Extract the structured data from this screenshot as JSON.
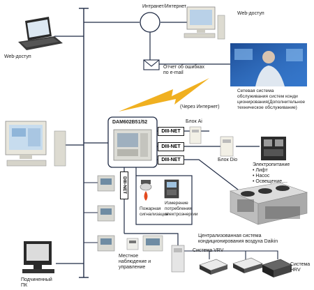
{
  "labels": {
    "internet": "Интранет/Интернет",
    "web_access_top": "Web-доступ",
    "web_access_left": "Web-доступ",
    "error_report": "Отчет об ошибках\nпо e-mail",
    "service_system": "Сетевая система\nобслуживания систем конди\nционирования(Дополнительное\nтехническое обслуживание)",
    "via_internet": "(Через Интернет)",
    "controller": "DAM602B51/52",
    "block_ai": "Блок Ai",
    "block_dio": "Блок Dio",
    "power": "Электропитание",
    "power_items": [
      "Лифт",
      "Насос",
      "Освещение,..."
    ],
    "fire_alarm": "Пожарная\nсигнализация",
    "power_metering": "Измерение\nпотребления\nэлектроэнергии",
    "central_system": "Централизованная система\nкондиционирования воздуха Daikin",
    "vrv": "Система VRV",
    "hrv": "Система\nHRV",
    "local_control": "Местное\nнаблюдение и\nуправление",
    "sub_pc": "Подчиненный\nПК"
  },
  "net_tags": [
    "DIII-NET",
    "DIII-NET",
    "DIII-NET",
    "DIII-NET"
  ],
  "colors": {
    "line": "#1f2a44",
    "bolt": "#f0b020",
    "photo_blue": "#2b6cc4"
  }
}
